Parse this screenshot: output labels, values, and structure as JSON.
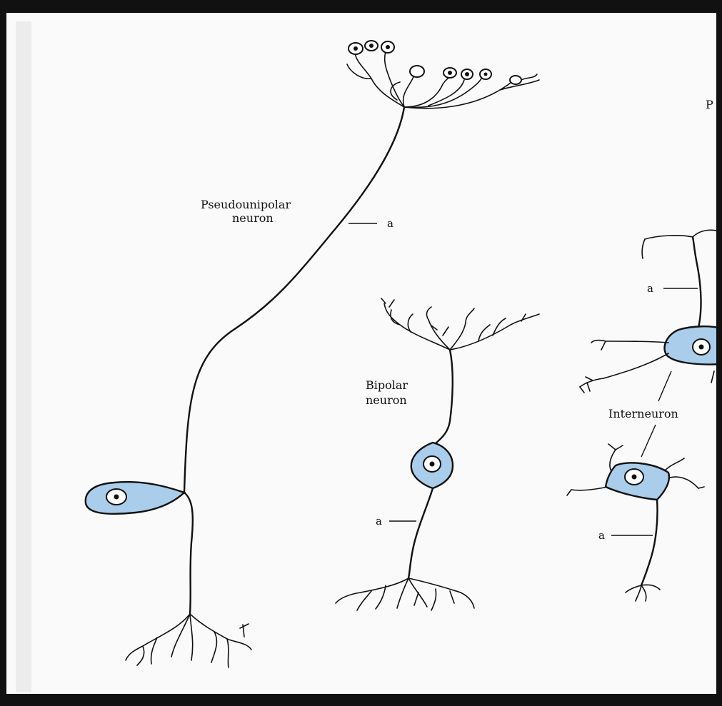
{
  "colors": {
    "soma_fill": "#a9cdea",
    "outline": "#111111",
    "frame": "#0a0a0a"
  },
  "labels": {
    "pseudounipolar_line1": "Pseudounipolar",
    "pseudounipolar_line2": "neuron",
    "bipolar_line1": "Bipolar",
    "bipolar_line2": "neuron",
    "interneuron": "Interneuron",
    "axon_marker": "a",
    "corner_letter": "P"
  }
}
